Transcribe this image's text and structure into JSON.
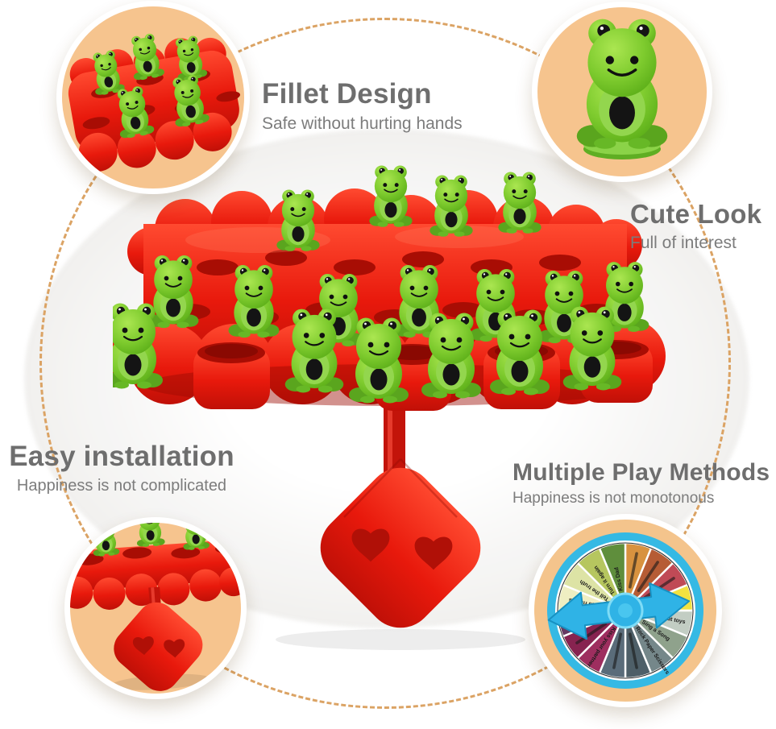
{
  "features": {
    "fillet": {
      "title": "Fillet Design",
      "subtitle": "Safe without hurting hands"
    },
    "cute": {
      "title": "Cute Look",
      "subtitle": "Full of interest"
    },
    "easy": {
      "title": "Easy installation",
      "subtitle": "Happiness is not complicated"
    },
    "multiple": {
      "title": "Multiple Play Methods",
      "subtitle": "Happiness is not monotonous"
    }
  },
  "colors": {
    "title_text": "#6e6e6e",
    "subtitle_text": "#7c7c7c",
    "dashed_ring": "#dba364",
    "photo_circle_bg": "#f6c48e",
    "tray_red": "#e0170b",
    "frog_green": "#79cb2d",
    "wheel_outer_ring": "#f4c48c",
    "wheel_blue_ring": "#35b9e4",
    "wheel_arrow": "#2fb3e6",
    "wheel_label_text": "#1b1b1b"
  },
  "spinner": {
    "segments": [
      {
        "color": "#d8923f",
        "label": ""
      },
      {
        "color": "#b65c35",
        "label": ""
      },
      {
        "color": "#c04a56",
        "label": ""
      },
      {
        "color": "#f2e240",
        "label": ""
      },
      {
        "color": "#c2cdc3",
        "label": "Talk about toys"
      },
      {
        "color": "#8fa28c",
        "label": "Sing a Song"
      },
      {
        "color": "#75878a",
        "label": "Rock Paper Scissors"
      },
      {
        "color": "#4e5f68",
        "label": ""
      },
      {
        "color": "#5a6c7a",
        "label": ""
      },
      {
        "color": "#9e2e5f",
        "label": "Kiss your partner"
      },
      {
        "color": "#872350",
        "label": ""
      },
      {
        "color": "#663a62",
        "label": ""
      },
      {
        "color": "#efeec2",
        "label": "Guess riddles"
      },
      {
        "color": "#dde3a5",
        "label": "Tell the truth"
      },
      {
        "color": "#b6c65f",
        "label": "Turn it again"
      },
      {
        "color": "#5f8e3c",
        "label": "Kiss Dad"
      }
    ]
  }
}
